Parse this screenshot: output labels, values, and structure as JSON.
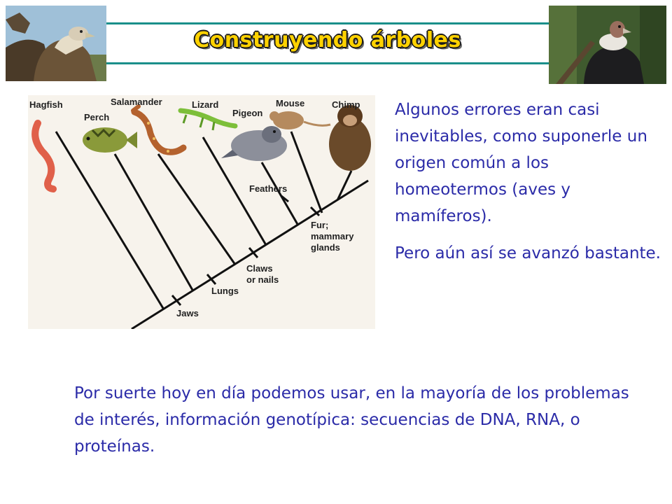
{
  "title": "Construyendo árboles",
  "figure": {
    "taxa": [
      "Hagfish",
      "Perch",
      "Salamander",
      "Lizard",
      "Pigeon",
      "Mouse",
      "Chimp"
    ],
    "traits": {
      "jaws": "Jaws",
      "lungs": "Lungs",
      "claws_line1": "Claws",
      "claws_line2": "or nails",
      "feathers": "Feathers",
      "fur_line1": "Fur;",
      "fur_line2": "mammary",
      "fur_line3": "glands"
    }
  },
  "paragraph1": "Algunos errores eran casi inevitables, como suponerle un origen común a los homeotermos (aves y mamíferos).",
  "paragraph2": "Pero aún así se avanzó bastante.",
  "paragraph3": "Por suerte hoy en día podemos usar, en la mayoría de los problemas de interés, información genotípica: secuencias de DNA, RNA, o proteínas.",
  "colors": {
    "text": "#2b2ba8",
    "title_fill": "#ffd200",
    "rule": "#1a8f8a"
  },
  "images": [
    "vulture-photo",
    "condor-photo"
  ]
}
